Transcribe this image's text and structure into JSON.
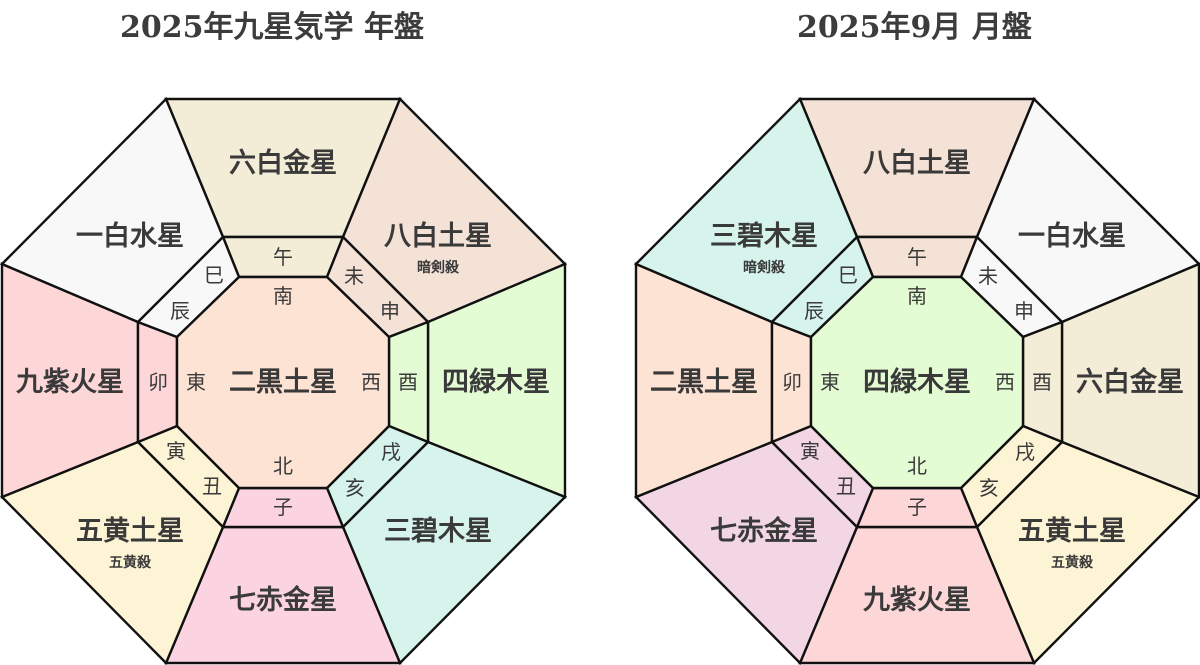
{
  "charts": [
    {
      "id": "year",
      "title": "2025年九星気学 年盤",
      "center": {
        "star": "二黒土星",
        "color": "#fde3d4"
      },
      "directions": {
        "south": "南",
        "north": "北",
        "east": "東",
        "west": "西"
      },
      "sectors": {
        "S": {
          "star": "六白金星",
          "color": "#f3ecd6",
          "note": ""
        },
        "SW": {
          "star": "八白土星",
          "color": "#f4e2d7",
          "note": "暗剣殺"
        },
        "W": {
          "star": "四緑木星",
          "color": "#e4fcd4",
          "note": ""
        },
        "NW": {
          "star": "三碧木星",
          "color": "#d6f3ec",
          "note": ""
        },
        "N": {
          "star": "七赤金星",
          "color": "#fcd4e1",
          "note": ""
        },
        "NE": {
          "star": "五黄土星",
          "color": "#fdf4d6",
          "note": "五黄殺"
        },
        "E": {
          "star": "九紫火星",
          "color": "#fdd6d8",
          "note": ""
        },
        "SE": {
          "star": "一白水星",
          "color": "#f8f8f8",
          "note": ""
        }
      }
    },
    {
      "id": "month",
      "title": "2025年9月 月盤",
      "center": {
        "star": "四緑木星",
        "color": "#e4fcd4"
      },
      "directions": {
        "south": "南",
        "north": "北",
        "east": "東",
        "west": "西"
      },
      "sectors": {
        "S": {
          "star": "八白土星",
          "color": "#f4e2d7",
          "note": ""
        },
        "SW": {
          "star": "一白水星",
          "color": "#f8f8f8",
          "note": ""
        },
        "W": {
          "star": "六白金星",
          "color": "#f3ecd6",
          "note": ""
        },
        "NW": {
          "star": "五黄土星",
          "color": "#fdf4d6",
          "note": "五黄殺"
        },
        "N": {
          "star": "九紫火星",
          "color": "#fdd6d8",
          "note": ""
        },
        "NE": {
          "star": "七赤金星",
          "color": "#f3d6e3",
          "note": ""
        },
        "E": {
          "star": "二黒土星",
          "color": "#fde3d4",
          "note": ""
        },
        "SE": {
          "star": "三碧木星",
          "color": "#d6f3ec",
          "note": "暗剣殺"
        }
      }
    }
  ],
  "branches": {
    "S": [
      "午"
    ],
    "SW": [
      "未",
      "申"
    ],
    "W": [
      "酉"
    ],
    "NW": [
      "戌",
      "亥"
    ],
    "N": [
      "子"
    ],
    "NE": [
      "丑",
      "寅"
    ],
    "E": [
      "卯"
    ],
    "SE": [
      "辰",
      "巳"
    ]
  }
}
